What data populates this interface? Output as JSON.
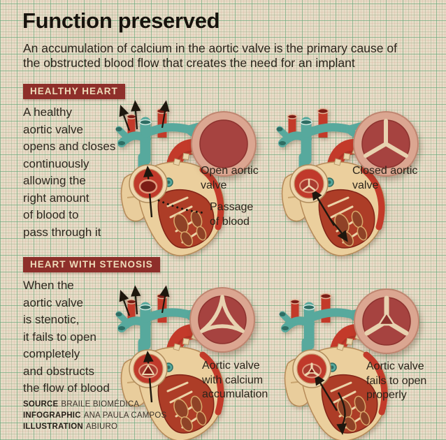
{
  "page": {
    "title": "Function preserved",
    "subtitle": "An accumulation of calcium in the aortic valve is the primary cause of\nthe obstructed blood flow that creates the need for an implant"
  },
  "sections": {
    "healthy": {
      "header": "HEALTHY HEART",
      "description": "A healthy\naortic valve\nopens and closes\ncontinuously\nallowing the\nright amount\nof blood to\npass through it"
    },
    "stenosis": {
      "header": "HEART WITH STENOSIS",
      "description": "When the\naortic valve\nis stenotic,\nit fails to open\ncompletely\nand obstructs\nthe flow of blood"
    }
  },
  "panels": [
    {
      "id": "healthy-open",
      "valve_label": "Open aortic\nvalve"
    },
    {
      "id": "healthy-closed",
      "valve_label": "Closed aortic\nvalve"
    },
    {
      "id": "stenosis-calcium",
      "valve_label": "Aortic valve\nwith calcium\naccumulation"
    },
    {
      "id": "stenosis-fails",
      "valve_label": "Aortic valve\nfails to open\nproperly"
    }
  ],
  "annotations": {
    "passage": "Passage\nof blood"
  },
  "footer": {
    "credits": [
      {
        "label": "SOURCE",
        "value": "BRAILE BIOMÉDICA"
      },
      {
        "label": "INFOGRAPHIC",
        "value": "ANA PAULA CAMPOS"
      },
      {
        "label": "ILLUSTRATION",
        "value": "ABIURO"
      }
    ]
  },
  "colors": {
    "paper": "#e7ddc8",
    "section_bar": "#8e2f2a",
    "section_bar_text": "#eedcba",
    "ink": "#241e15",
    "valve_ring": "#dba691",
    "valve_inner": "#a64340",
    "leaflet_cream": "#e8d2b0",
    "heart_teal": "#57a99d",
    "heart_red": "#c33a2a",
    "heart_body": "#ebcf9d"
  }
}
